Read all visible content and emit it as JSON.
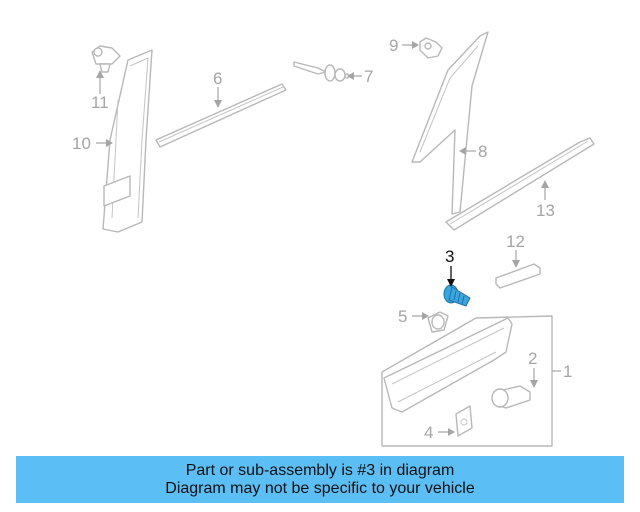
{
  "diagram": {
    "callouts": {
      "c1": "1",
      "c2": "2",
      "c3": "3",
      "c4": "4",
      "c5": "5",
      "c6": "6",
      "c7": "7",
      "c8": "8",
      "c9": "9",
      "c10": "10",
      "c11": "11",
      "c12": "12",
      "c13": "13"
    },
    "highlighted_part": "3",
    "colors": {
      "part_outline": "#b8b8b8",
      "callout_gray": "#a5a5a5",
      "highlight_blue": "#3aa6e0",
      "banner_blue": "#5bbef5"
    }
  },
  "banner": {
    "line1": "Part or sub-assembly is #3 in diagram",
    "line2": "Diagram may not be specific to your vehicle"
  }
}
